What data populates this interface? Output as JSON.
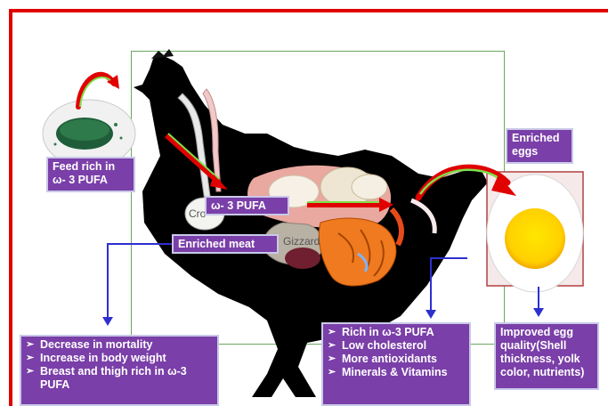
{
  "labels": {
    "feed": "Feed rich in ω- 3 PUFA",
    "pufa": "ω- 3 PUFA",
    "enriched_eggs": "Enriched eggs",
    "enriched_meat": "Enriched meat",
    "crop": "Cro",
    "gizzard": "Gizzard"
  },
  "boxes": {
    "meat_benefits": [
      "Decrease in mortality",
      "Increase in body weight",
      "Breast and thigh rich in ω-3 PUFA"
    ],
    "egg_benefits": [
      "Rich in ω-3 PUFA",
      "Low cholesterol",
      "More antioxidants",
      "Minerals & Vitamins"
    ],
    "egg_quality": "Improved egg quality(Shell thickness, yolk color, nutrients)"
  },
  "colors": {
    "frame": "#e00000",
    "box_fill": "#7a3fa8",
    "connector": "#2f2fd0",
    "arrow_red": "#e00000",
    "arrow_green": "#7ee04a",
    "hen": "#000000",
    "yolk": "#ffd800"
  }
}
